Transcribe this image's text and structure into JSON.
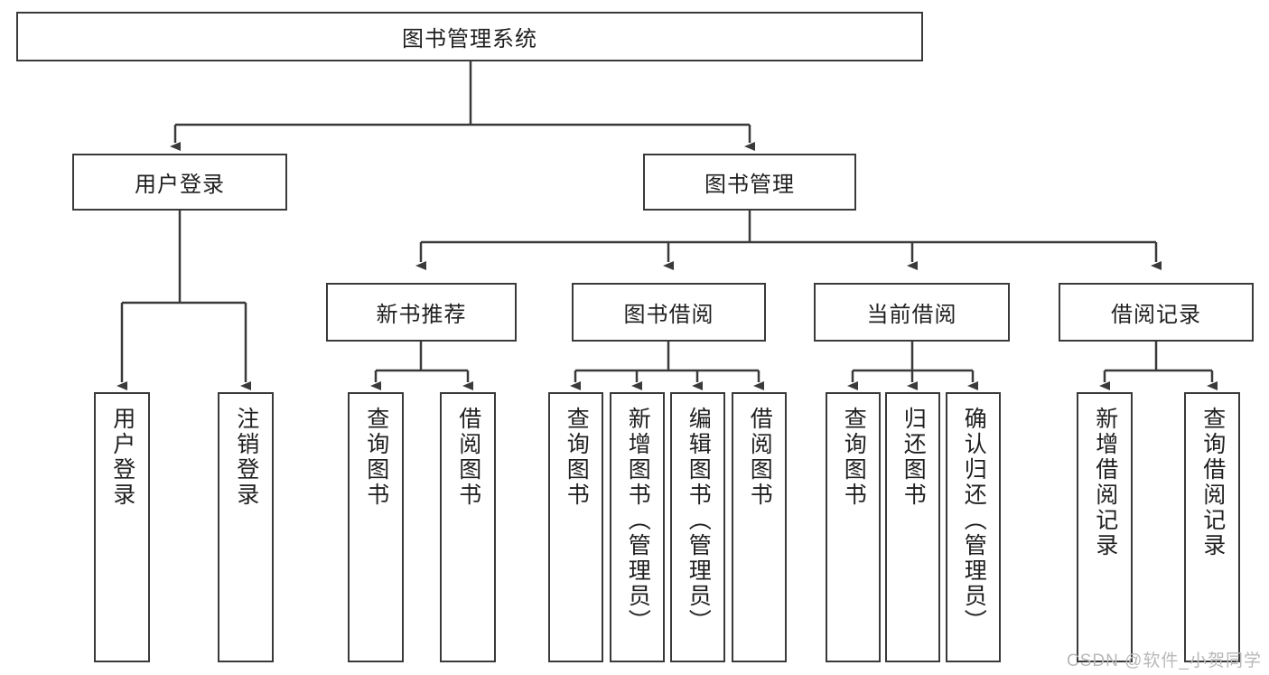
{
  "diagram": {
    "title": "图书管理系统",
    "watermark": "CSDN @软件_小贺同学",
    "stroke_color": "#3a3a3a",
    "background_color": "#ffffff",
    "text_color": "#1f1f1f",
    "levels": {
      "root": {
        "label": "图书管理系统"
      },
      "level2": [
        {
          "label": "用户登录"
        },
        {
          "label": "图书管理"
        }
      ],
      "level3": [
        {
          "label": "新书推荐"
        },
        {
          "label": "图书借阅"
        },
        {
          "label": "当前借阅"
        },
        {
          "label": "借阅记录"
        }
      ],
      "leaves": {
        "user_login": [
          {
            "label": "用户登录"
          },
          {
            "label": "注销登录"
          }
        ],
        "new_book_recommend": [
          {
            "label": "查询图书"
          },
          {
            "label": "借阅图书"
          }
        ],
        "book_borrow": [
          {
            "label": "查询图书"
          },
          {
            "label": "新增图书（管理员）"
          },
          {
            "label": "编辑图书（管理员）"
          },
          {
            "label": "借阅图书"
          }
        ],
        "current_borrow": [
          {
            "label": "查询图书"
          },
          {
            "label": "归还图书"
          },
          {
            "label": "确认归还（管理员）"
          }
        ],
        "borrow_record": [
          {
            "label": "新增借阅记录"
          },
          {
            "label": "查询借阅记录"
          }
        ]
      }
    }
  }
}
